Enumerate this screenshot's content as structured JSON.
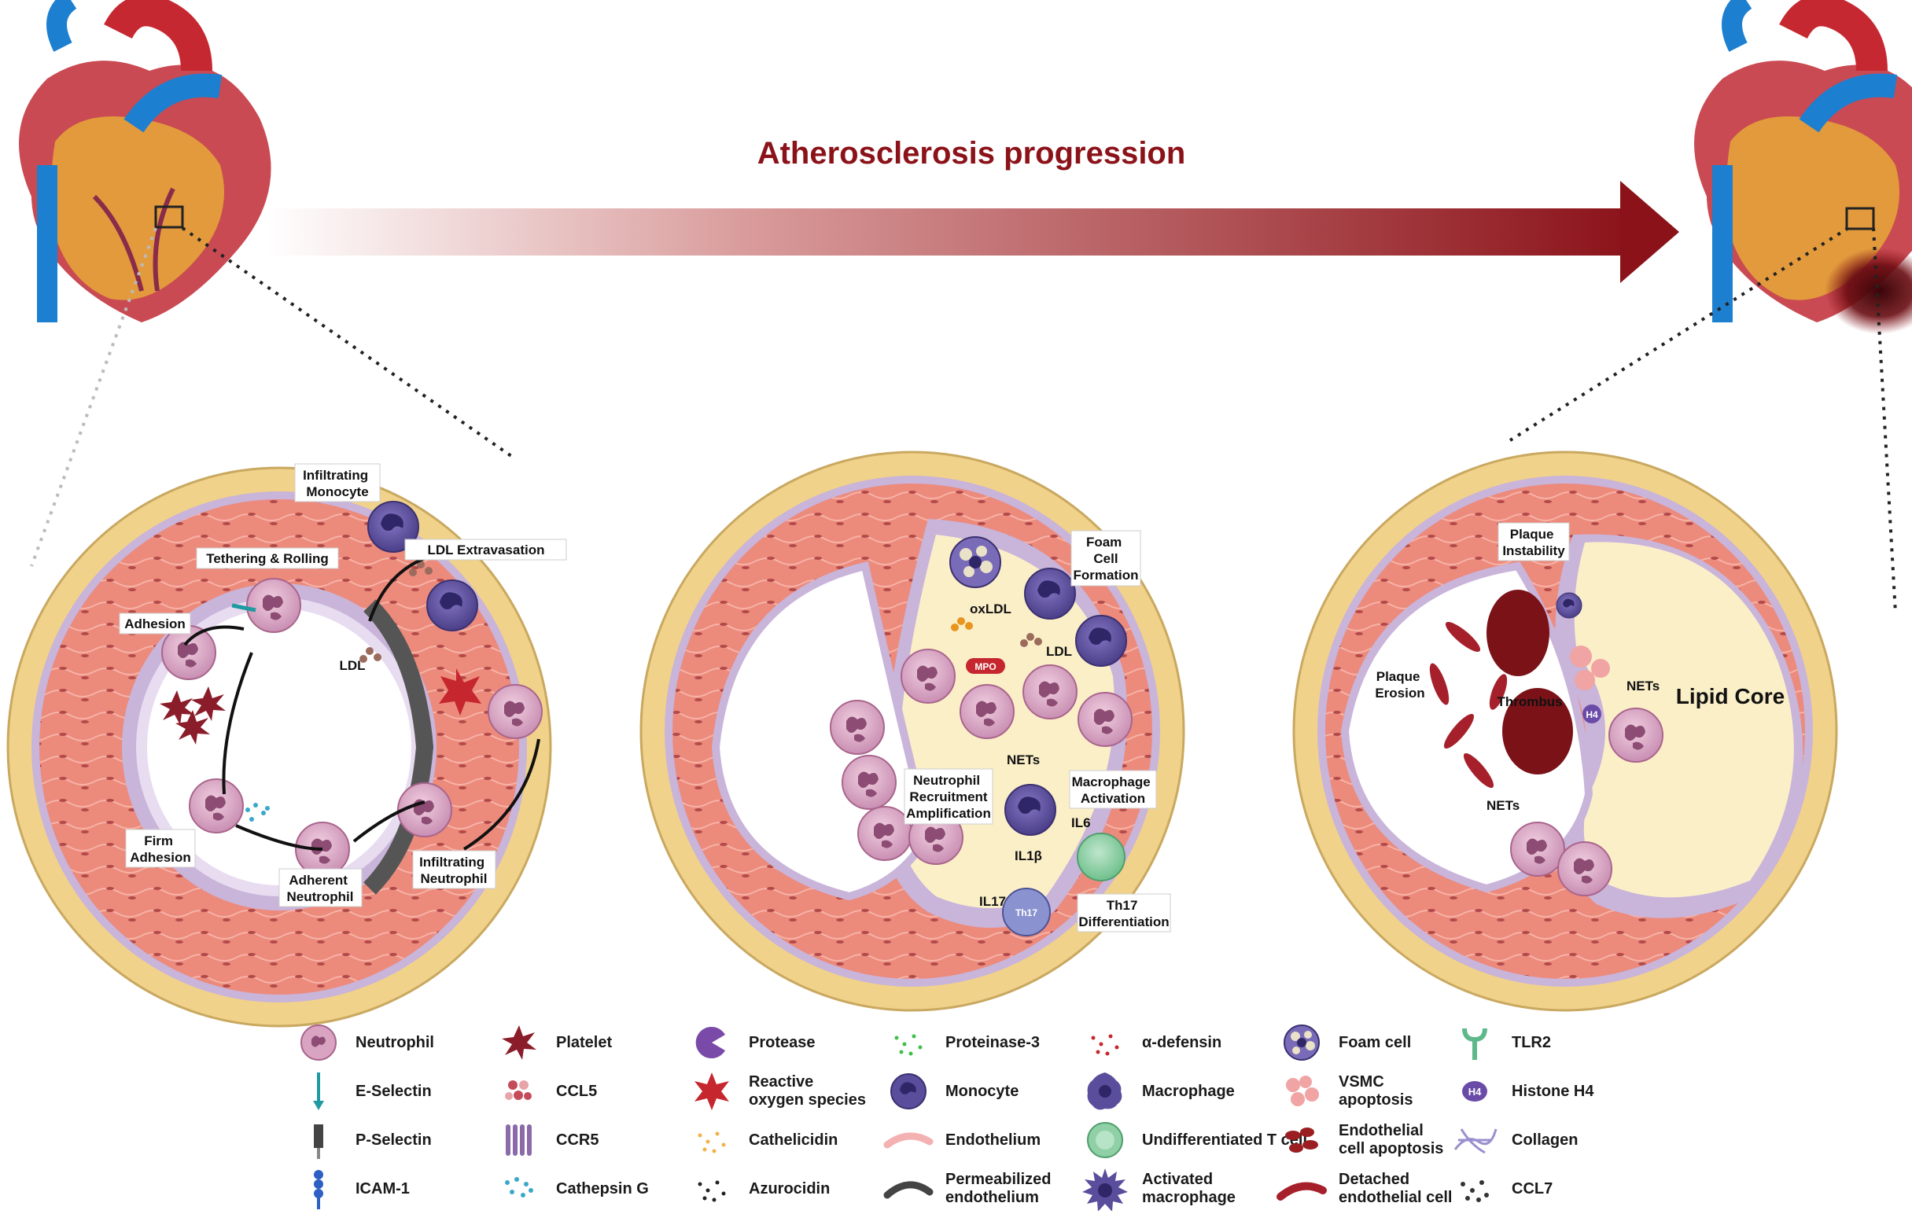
{
  "title": "Atherosclerosis progression",
  "colors": {
    "title": "#8b1219",
    "adventitia": "#f1d28a",
    "media": "#ec8a7c",
    "intima": "#d7c3e0",
    "lipid": "#fbefc8",
    "neutrophil": "#d9a3c2",
    "monocyte": "#5a4d9c",
    "thrombus": "#9a1e22"
  },
  "panel1": {
    "infiltrating_monocyte": "Infiltrating\nMonocyte",
    "ldl_extravasation": "LDL Extravasation",
    "tethering_rolling": "Tethering & Rolling",
    "adhesion": "Adhesion",
    "ldl": "LDL",
    "firm_adhesion": "Firm\nAdhesion",
    "adherent_neutrophil": "Adherent\nNeutrophil",
    "infiltrating_neutrophil": "Infiltrating\nNeutrophil"
  },
  "panel2": {
    "foam_cell_formation": "Foam\nCell\nFormation",
    "oxldl": "oxLDL",
    "ldl": "LDL",
    "mpo": "MPO",
    "nets": "NETs",
    "neutrophil_recruitment": "Neutrophil\nRecruitment\nAmplification",
    "macrophage_activation": "Macrophage\nActivation",
    "il6": "IL6",
    "il1b": "IL1β",
    "il17": "IL17",
    "th17": "Th17",
    "th17_differentiation": "Th17\nDifferentiation"
  },
  "panel3": {
    "plaque_instability": "Plaque\nInstability",
    "plaque_erosion": "Plaque\nErosion",
    "thrombus": "Thrombus",
    "nets_upper": "NETs",
    "h4": "H4",
    "lipid_core": "Lipid Core",
    "nets_lower": "NETs"
  },
  "legend": [
    {
      "icon": "neutrophil-icon",
      "label": "Neutrophil"
    },
    {
      "icon": "e-selectin-icon",
      "label": "E-Selectin"
    },
    {
      "icon": "p-selectin-icon",
      "label": "P-Selectin"
    },
    {
      "icon": "icam1-icon",
      "label": "ICAM-1"
    },
    {
      "icon": "platelet-icon",
      "label": "Platelet"
    },
    {
      "icon": "ccl5-icon",
      "label": "CCL5"
    },
    {
      "icon": "ccr5-icon",
      "label": "CCR5"
    },
    {
      "icon": "cathepsin-g-icon",
      "label": "Cathepsin G"
    },
    {
      "icon": "protease-icon",
      "label": "Protease"
    },
    {
      "icon": "ros-icon",
      "label": "Reactive\noxygen species"
    },
    {
      "icon": "cathelicidin-icon",
      "label": "Cathelicidin"
    },
    {
      "icon": "azurocidin-icon",
      "label": "Azurocidin"
    },
    {
      "icon": "proteinase3-icon",
      "label": "Proteinase-3"
    },
    {
      "icon": "monocyte-icon",
      "label": "Monocyte"
    },
    {
      "icon": "endothelium-icon",
      "label": "Endothelium"
    },
    {
      "icon": "permeabilized-endothelium-icon",
      "label": "Permeabilized\nendothelium"
    },
    {
      "icon": "alpha-defensin-icon",
      "label": "α-defensin"
    },
    {
      "icon": "macrophage-icon",
      "label": "Macrophage"
    },
    {
      "icon": "t-cell-icon",
      "label": "Undifferentiated T cell"
    },
    {
      "icon": "activated-macrophage-icon",
      "label": "Activated\nmacrophage"
    },
    {
      "icon": "foam-cell-icon",
      "label": "Foam cell"
    },
    {
      "icon": "vsmc-apoptosis-icon",
      "label": "VSMC\napoptosis"
    },
    {
      "icon": "endothelial-apoptosis-icon",
      "label": "Endothelial\ncell apoptosis"
    },
    {
      "icon": "detached-endothelial-icon",
      "label": "Detached\nendothelial cell"
    },
    {
      "icon": "tlr2-icon",
      "label": "TLR2"
    },
    {
      "icon": "histone-h4-icon",
      "label": "Histone H4"
    },
    {
      "icon": "collagen-icon",
      "label": "Collagen"
    },
    {
      "icon": "ccl7-icon",
      "label": "CCL7"
    }
  ],
  "legend_h4": "H4"
}
